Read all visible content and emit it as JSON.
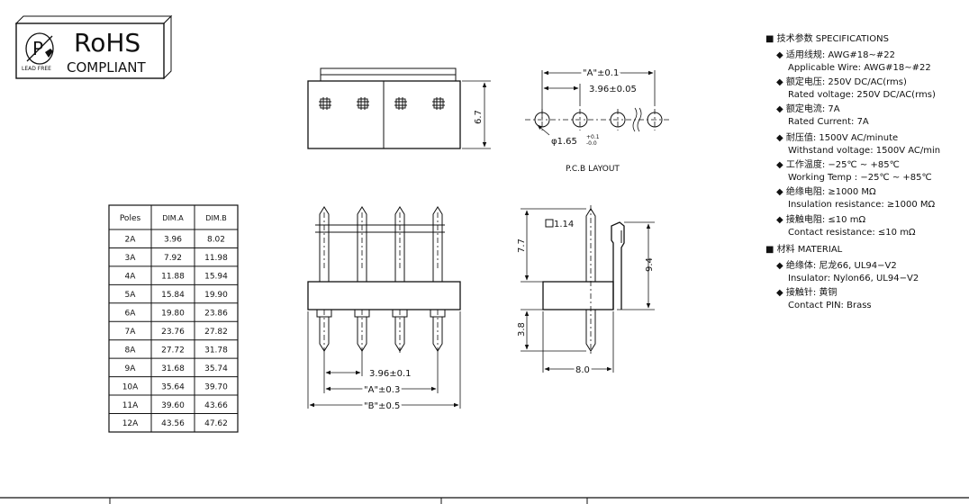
{
  "logo": {
    "title": "RoHS",
    "subtitle": "COMPLIANT",
    "badge": "LEAD FREE"
  },
  "front_view": {
    "height_dim": "6.7"
  },
  "pcb_layout": {
    "dim_a": "\"A\"±0.1",
    "pitch": "3.96±0.05",
    "hole": "φ1.65",
    "hole_tol_plus": "+0.1",
    "hole_tol_minus": "-0.0",
    "caption": "P.C.B LAYOUT"
  },
  "bottom_view": {
    "pitch": "3.96±0.1",
    "dim_a": "\"A\"±0.3",
    "dim_b": "\"B\"±0.5"
  },
  "side_view": {
    "pin_square": "1.14",
    "upper": "7.7",
    "overall": "9.4",
    "lower": "3.8",
    "depth": "8.0"
  },
  "table": {
    "headers": [
      "Poles",
      "DIM.A",
      "DIM.B"
    ],
    "rows": [
      [
        "2A",
        "3.96",
        "8.02"
      ],
      [
        "3A",
        "7.92",
        "11.98"
      ],
      [
        "4A",
        "11.88",
        "15.94"
      ],
      [
        "5A",
        "15.84",
        "19.90"
      ],
      [
        "6A",
        "19.80",
        "23.86"
      ],
      [
        "7A",
        "23.76",
        "27.82"
      ],
      [
        "8A",
        "27.72",
        "31.78"
      ],
      [
        "9A",
        "31.68",
        "35.74"
      ],
      [
        "10A",
        "35.64",
        "39.70"
      ],
      [
        "11A",
        "39.60",
        "43.66"
      ],
      [
        "12A",
        "43.56",
        "47.62"
      ]
    ]
  },
  "specs": {
    "heading": "■ 技术参数  SPECIFICATIONS",
    "items": [
      {
        "cn": "◆ 适用线规:  AWG#18~#22",
        "en": "Applicable Wire:  AWG#18~#22"
      },
      {
        "cn": "◆ 额定电压:  250V DC/AC(rms)",
        "en": "Rated voltage:  250V DC/AC(rms)"
      },
      {
        "cn": "◆ 额定电流:  7A",
        "en": "Rated Current:  7A"
      },
      {
        "cn": "◆ 耐压值:  1500V AC/minute",
        "en": "Withstand voltage:  1500V AC/min"
      },
      {
        "cn": "◆ 工作温度:  −25℃ ~ +85℃",
        "en": "Working Temp :  −25℃ ~ +85℃"
      },
      {
        "cn": "◆ 绝缘电阻:   ≥1000 MΩ",
        "en": "Insulation resistance:  ≥1000 MΩ"
      },
      {
        "cn": "◆ 接触电阻:   ≤10 mΩ",
        "en": "Contact resistance:  ≤10 mΩ"
      }
    ],
    "material_heading": "■ 材料   MATERIAL",
    "material_items": [
      {
        "cn": "◆ 绝缘体:  尼龙66, UL94−V2",
        "en": "Insulator:  Nylon66, UL94−V2"
      },
      {
        "cn": "◆ 接触针:   黄铜",
        "en": "Contact PIN:  Brass"
      }
    ]
  }
}
